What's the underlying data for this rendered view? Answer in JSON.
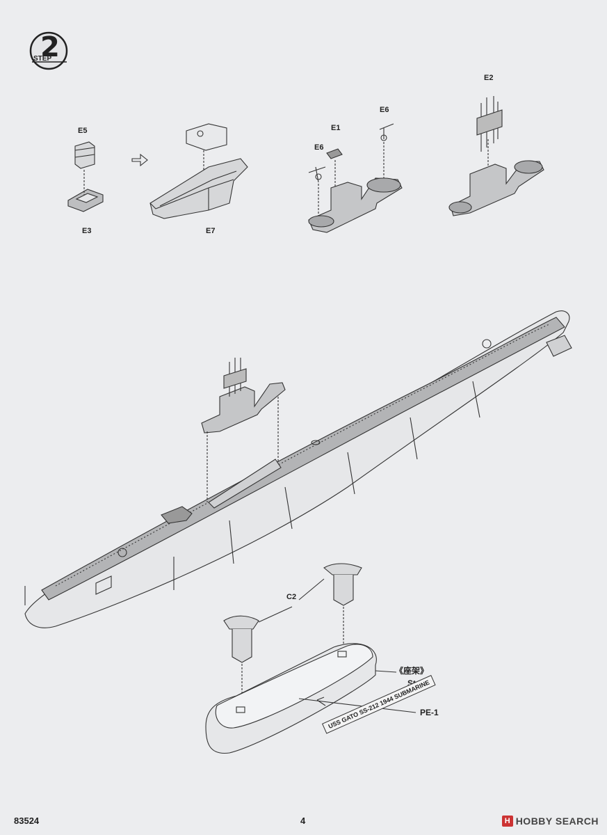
{
  "step": {
    "number": "2",
    "word": "STEP"
  },
  "parts": {
    "e5": "E5",
    "e3": "E3",
    "e7": "E7",
    "e6a": "E6",
    "e1": "E1",
    "e6b": "E6",
    "e2": "E2",
    "c2": "C2",
    "pe1": "PE-1"
  },
  "stand": {
    "cn": "《座架》",
    "en": "Stand"
  },
  "plate_text": "USS GATO SS-212 1944 SUBMARINE",
  "footer": {
    "kit_number": "83524",
    "page_number": "4"
  },
  "watermark": {
    "badge": "H",
    "text": "HOBBY SEARCH"
  }
}
